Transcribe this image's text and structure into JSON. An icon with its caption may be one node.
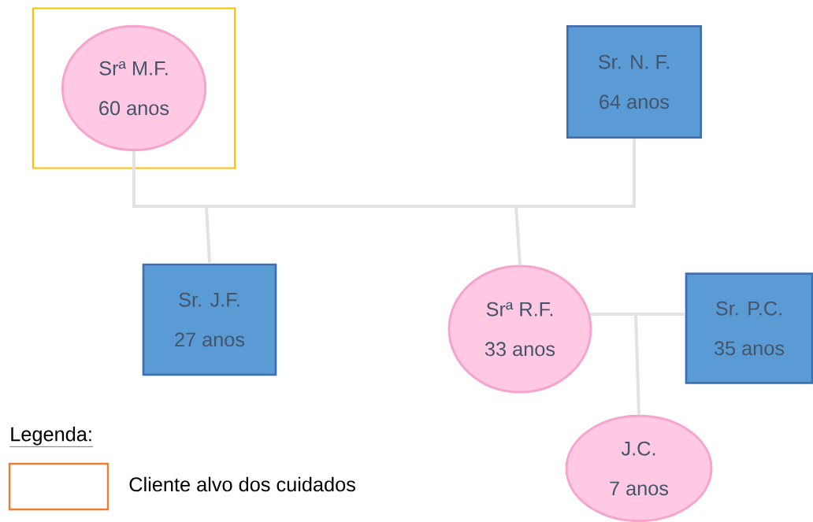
{
  "diagram": {
    "nodes": [
      {
        "text": [],
        "shape": "box"
      },
      {
        "text": [
          "Srª M.F.",
          "60 anos"
        ],
        "in": 0
      },
      {
        "text": [
          "Sr. N. F.",
          "64 anos"
        ]
      },
      {
        "text": [
          "Sr. J.F.",
          "27 anos"
        ]
      },
      {
        "text": [
          "Srª R.F.",
          "33 anos"
        ]
      },
      {
        "text": [
          "Sr. P.C.",
          "35 anos"
        ]
      },
      {
        "text": [
          "J.C.",
          "7 anos"
        ]
      }
    ],
    "edges": [
      {
        "from": 1,
        "to": 2,
        "arrow": "none"
      },
      {
        "from": 1,
        "to": 3,
        "arrow": "none"
      },
      {
        "from": 2,
        "to": 3,
        "arrow": "none"
      },
      {
        "from": 1,
        "to": 4,
        "arrow": "none"
      },
      {
        "from": 2,
        "to": 4,
        "arrow": "none"
      },
      {
        "from": 4,
        "to": 5,
        "arrow": "none"
      },
      {
        "from": 4,
        "to": 6,
        "arrow": "none"
      },
      {
        "from": 5,
        "to": 6,
        "arrow": "none"
      }
    ],
    "labels": [
      "Legenda:"
    ],
    "legend": [
      {
        "text": "Cliente alvo dos cuidados"
      }
    ]
  }
}
